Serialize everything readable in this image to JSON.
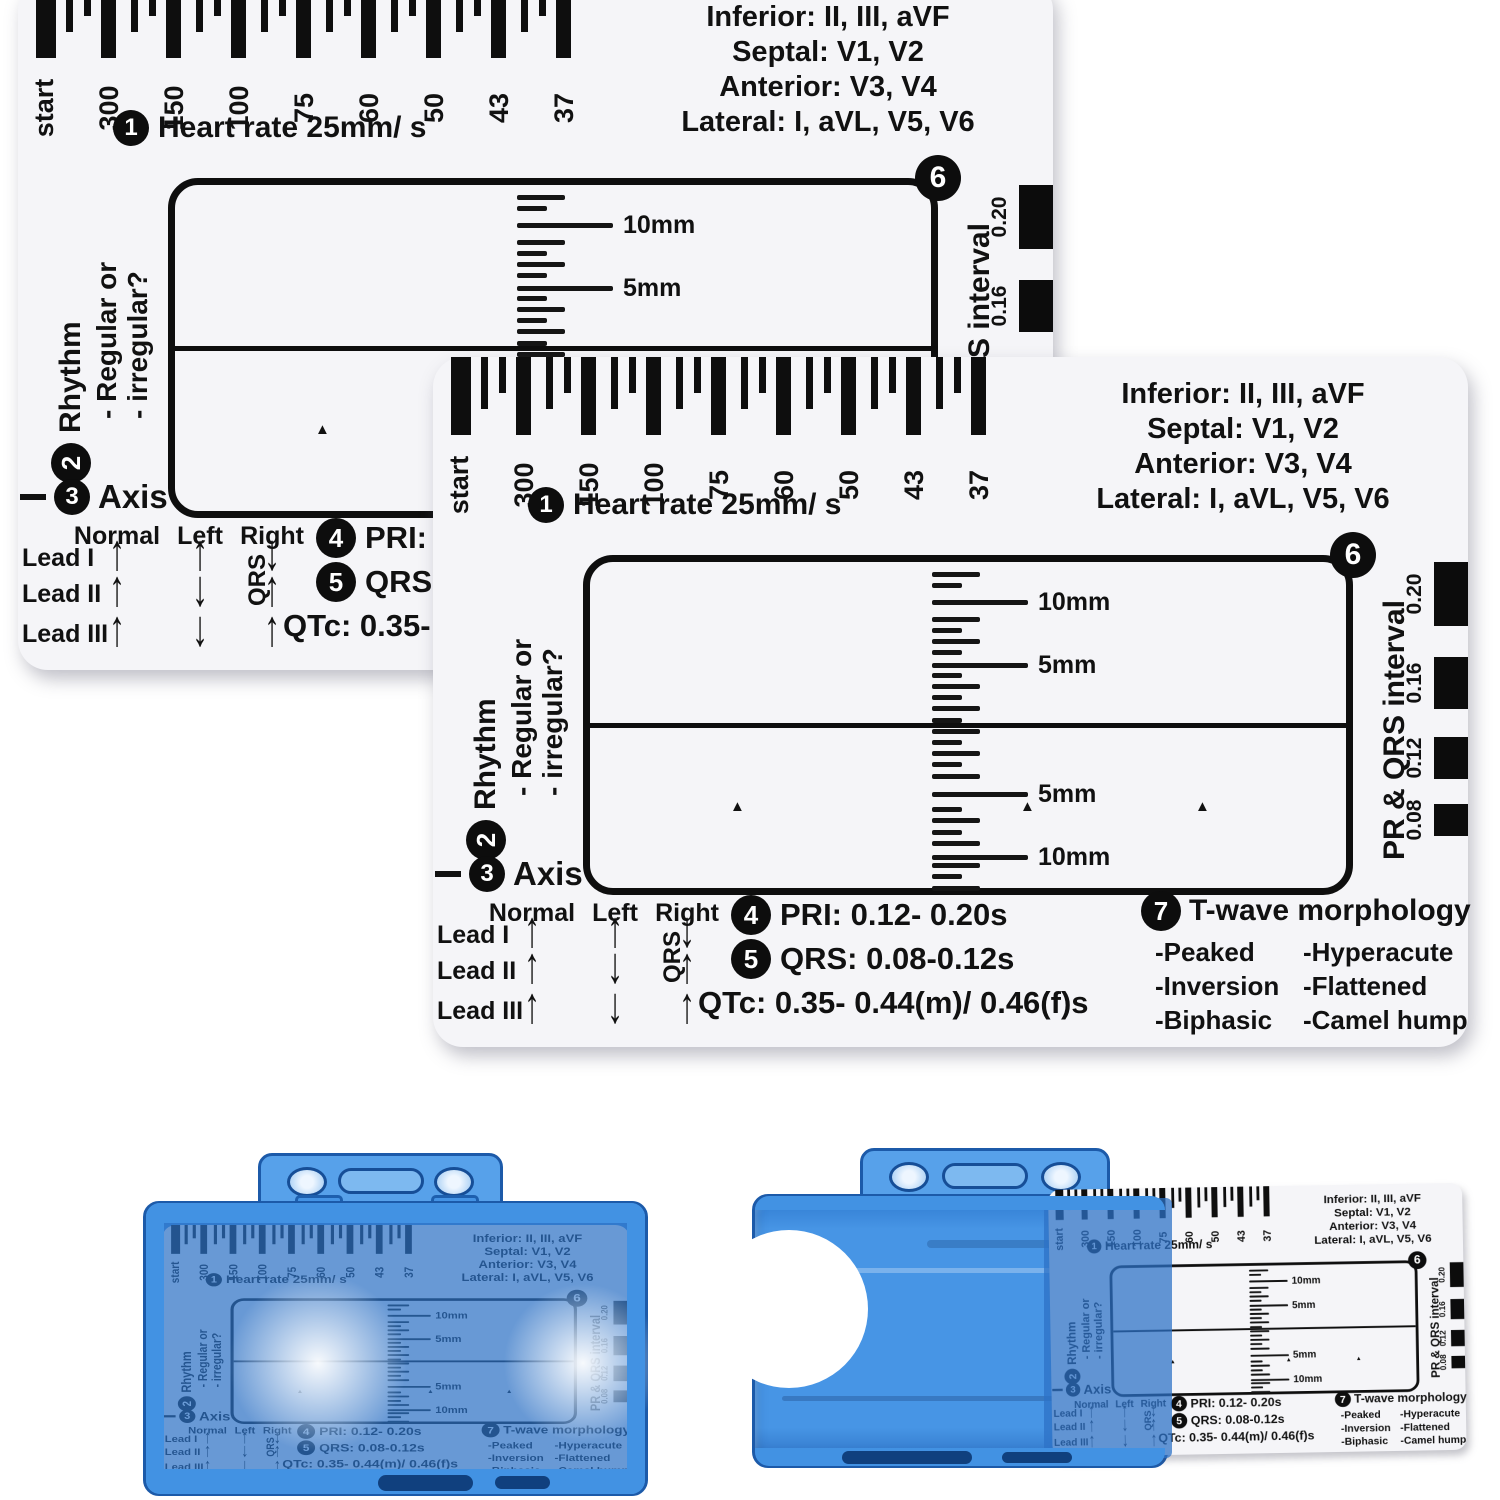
{
  "card": {
    "rate_ruler": {
      "labels": [
        "start",
        "300",
        "150",
        "100",
        "75",
        "60",
        "50",
        "43",
        "37"
      ]
    },
    "step1": {
      "num": "1",
      "label": "Heart rate 25mm/ s"
    },
    "lead_groups": [
      "Inferior: II, III, aVF",
      "Septal: V1, V2",
      "Anterior: V3, V4",
      "Lateral: I, aVL, V5, V6"
    ],
    "step2": {
      "num": "2",
      "label": "Rhythm",
      "line1": "- Regular or",
      "line2": "- irregular?"
    },
    "box": {
      "num": "6",
      "marks": [
        "10mm",
        "5mm",
        "5mm",
        "10mm"
      ]
    },
    "pr_qrs": {
      "label": "PR & QRS interval",
      "values": [
        "0.20",
        "0.16",
        "0.12",
        "0.08"
      ]
    },
    "step3": {
      "num": "3",
      "label": "Axis",
      "qrs_label": "QRS",
      "cols": [
        "Normal",
        "Left",
        "Right"
      ],
      "rows": [
        {
          "lead": "Lead I",
          "arrows": [
            "↑",
            "↑",
            "↓"
          ]
        },
        {
          "lead": "Lead II",
          "arrows": [
            "↑",
            "↓",
            "↑"
          ]
        },
        {
          "lead": "Lead III",
          "arrows": [
            "↑",
            "↓",
            "↑"
          ]
        }
      ]
    },
    "step4": {
      "num": "4",
      "label": "PRI: 0.12- 0.20s"
    },
    "step5": {
      "num": "5",
      "label": "QRS: 0.08-0.12s"
    },
    "qtc": "QTc: 0.35- 0.44(m)/ 0.46(f)s",
    "step7": {
      "num": "7",
      "label": "T-wave morphology",
      "items_left": [
        "-Peaked",
        "-Inversion",
        "-Biphasic"
      ],
      "items_right": [
        "-Hyperacute",
        "-Flattened",
        "-Camel hump"
      ]
    }
  },
  "colors": {
    "card_bg": "#f5f5f8",
    "ink": "#111111",
    "holder_blue": "#4292e3",
    "holder_blue_dark": "#1c5aa9",
    "holder_blue_light": "#8fc3f3"
  }
}
